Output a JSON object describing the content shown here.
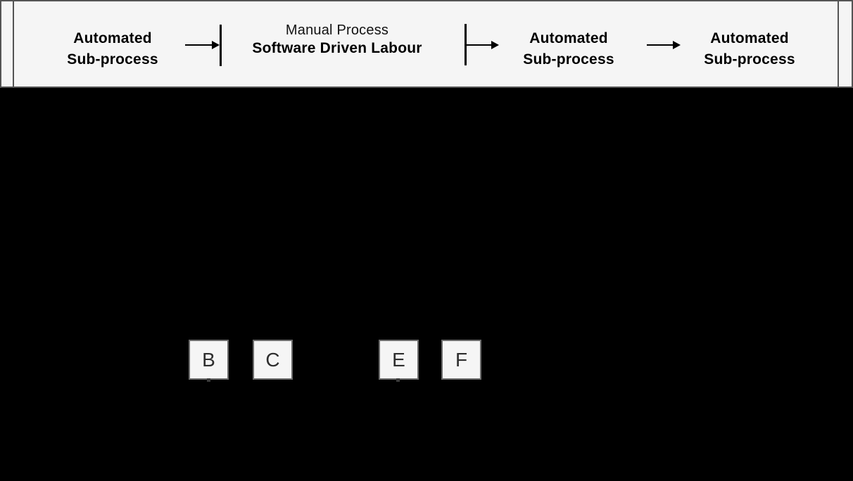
{
  "page": {
    "band_background": "#f5f5f5",
    "canvas_background": "#000000",
    "border_color": "#545454"
  },
  "flow_band": {
    "stage1": {
      "line1": "Automated",
      "line2": "Sub-process"
    },
    "stage2": {
      "line1": "Manual Process",
      "line2": "Software Driven Labour"
    },
    "stage3": {
      "line1": "Automated",
      "line2": "Sub-process"
    },
    "stage4": {
      "line1": "Automated",
      "line2": "Sub-process"
    }
  },
  "diagram_nodes": [
    {
      "label": "B"
    },
    {
      "label": "C"
    },
    {
      "label": "E"
    },
    {
      "label": "F"
    }
  ]
}
